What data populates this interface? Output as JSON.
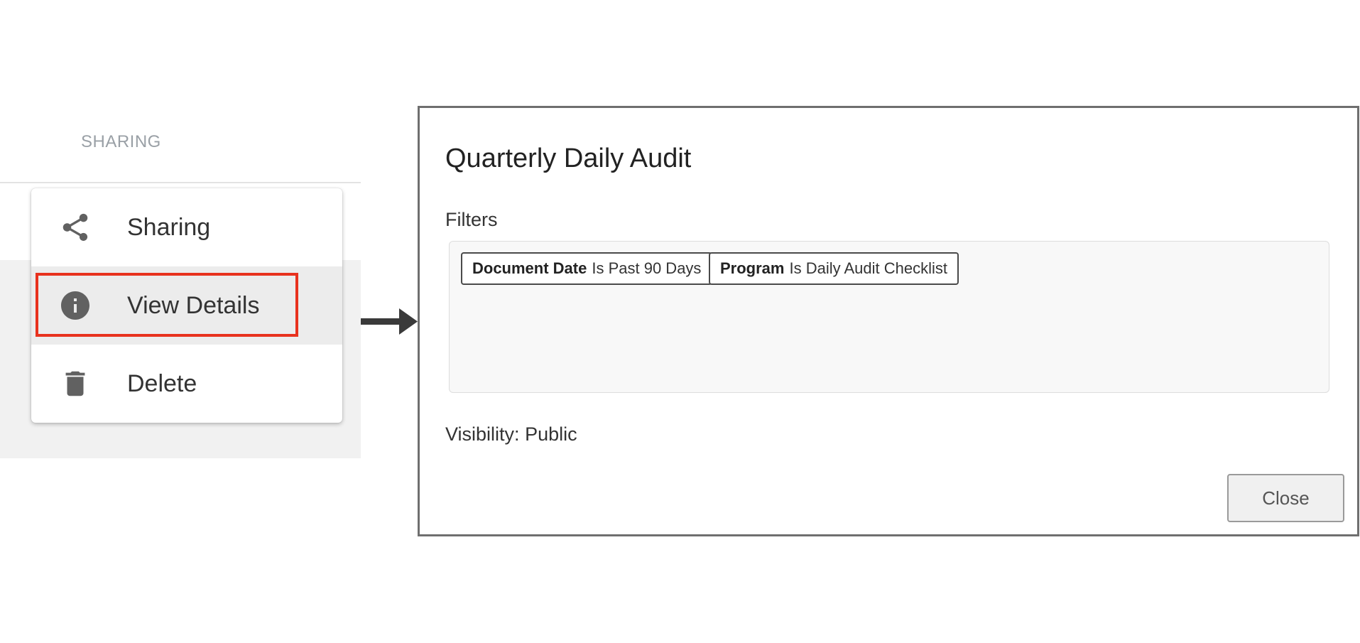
{
  "background": {
    "column_header": "SHARING"
  },
  "context_menu": {
    "items": [
      {
        "label": "Sharing",
        "icon": "share-icon"
      },
      {
        "label": "View Details",
        "icon": "info-icon",
        "highlighted": true
      },
      {
        "label": "Delete",
        "icon": "trash-icon"
      }
    ],
    "highlight_color": "#e8321e"
  },
  "dialog": {
    "title": "Quarterly Daily Audit",
    "filters_label": "Filters",
    "filters": [
      {
        "field": "Document Date",
        "condition": "Is Past 90 Days"
      },
      {
        "field": "Program",
        "condition": "Is Daily Audit Checklist"
      }
    ],
    "visibility_label": "Visibility:",
    "visibility_value": "Public",
    "close_label": "Close"
  }
}
